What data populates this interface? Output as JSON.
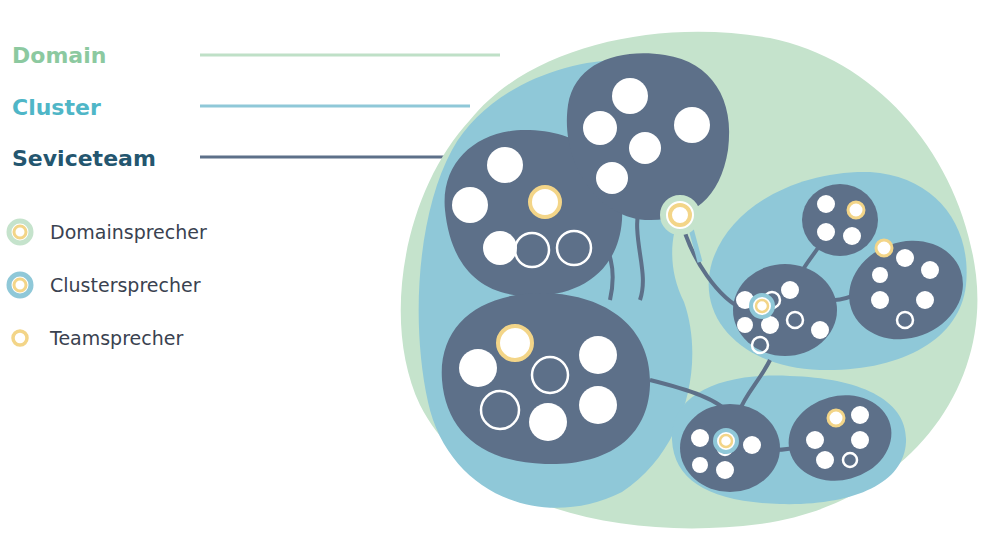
{
  "diagram": {
    "labels": [
      "Domain",
      "Cluster",
      "Seviceteam"
    ],
    "legend": [
      {
        "text": "Domainsprecher"
      },
      {
        "text": "Clustersprecher"
      },
      {
        "text": "Teamsprecher"
      }
    ]
  }
}
